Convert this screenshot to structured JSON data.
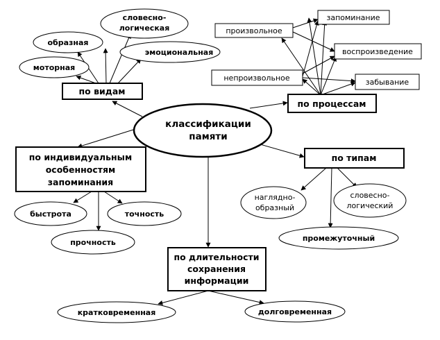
{
  "center": [
    "классификации",
    "памяти"
  ],
  "by_kinds": {
    "title": "по видам",
    "items": [
      "образная",
      "словесно-",
      "логическая",
      "моторная",
      "эмоциональная"
    ]
  },
  "by_processes": {
    "title": "по процессам",
    "items": [
      "произвольное",
      "непроизвольное",
      "запоминание",
      "воспроизведение",
      "забывание"
    ]
  },
  "by_individual": {
    "title": [
      "по индивидуальным",
      "особенностям",
      "запоминания"
    ],
    "items": [
      "быстрота",
      "точность",
      "прочность"
    ]
  },
  "by_types": {
    "title": "по типам",
    "items": [
      "наглядно-",
      "образный",
      "словесно-",
      "логический",
      "промежуточный"
    ]
  },
  "by_duration": {
    "title": [
      "по длительности",
      "сохранения",
      "информации"
    ],
    "items": [
      "кратковременная",
      "долговременная"
    ]
  }
}
